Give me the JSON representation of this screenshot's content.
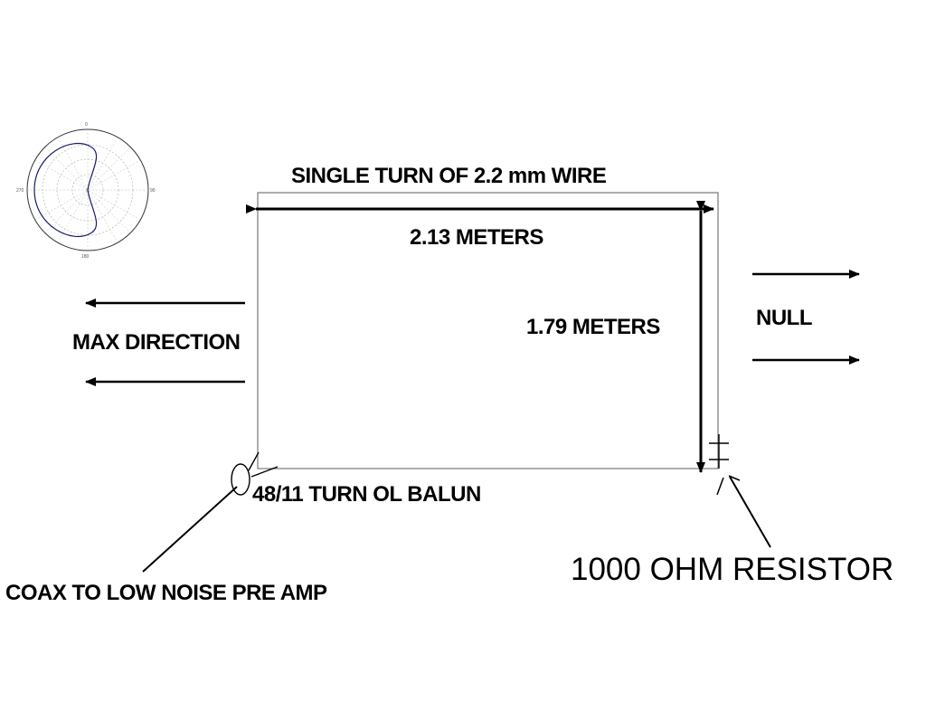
{
  "labels": {
    "wire": "SINGLE TURN OF 2.2 mm WIRE",
    "width": "2.13 METERS",
    "height": "1.79 METERS",
    "max_direction": "MAX DIRECTION",
    "null": "NULL",
    "balun": "48/11 TURN OL BALUN",
    "resistor": "1000 OHM RESISTOR",
    "coax": "COAX TO LOW NOISE PRE AMP"
  },
  "polar_pattern": {
    "type": "cardioid",
    "color": "#1a1a6e"
  },
  "colors": {
    "line": "#000000",
    "loop": "#777777",
    "grid": "#aaaaaa"
  }
}
